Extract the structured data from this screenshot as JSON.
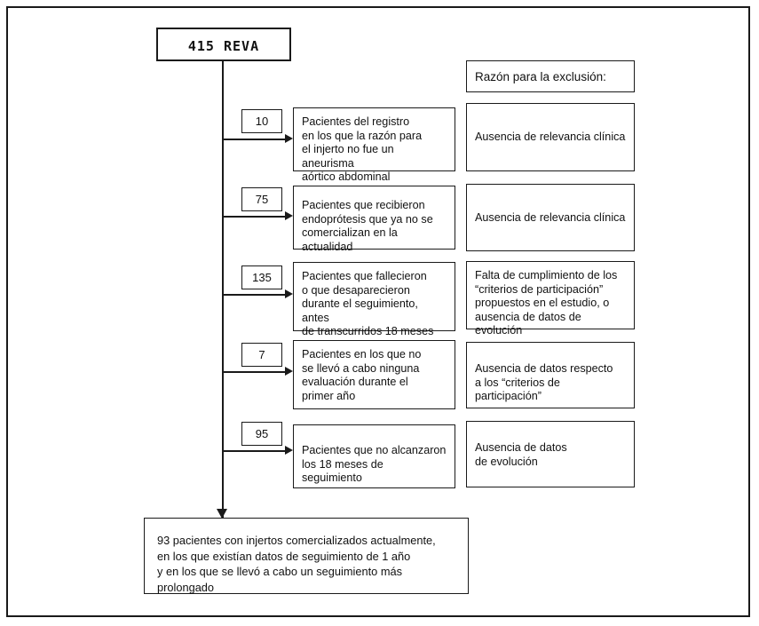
{
  "figure": {
    "title_box": {
      "label": "415 REVA"
    },
    "reason_header": {
      "label": "Razón para la exclusión:"
    },
    "rows": [
      {
        "count": "10",
        "description": "Pacientes del registro\nen los que la razón para\nel injerto no fue un aneurisma\naórtico abdominal",
        "reason": "Ausencia de relevancia clínica"
      },
      {
        "count": "75",
        "description": "Pacientes que recibieron\nendoprótesis que ya no se\ncomercializan en la actualidad",
        "reason": "Ausencia de relevancia clínica"
      },
      {
        "count": "135",
        "description": "Pacientes que fallecieron\no que desaparecieron\ndurante el seguimiento, antes\nde transcurridos 18 meses",
        "reason": "Falta de cumplimiento de los\n“criterios de participación”\npropuestos en el estudio, o\nausencia de datos de evolución"
      },
      {
        "count": "7",
        "description": "Pacientes en los que no\nse llevó a cabo ninguna\nevaluación durante el\nprimer año",
        "reason": "Ausencia de datos respecto\na los “criterios de participación”"
      },
      {
        "count": "95",
        "description": "Pacientes que no alcanzaron\nlos 18 meses de seguimiento",
        "reason": "Ausencia de datos\nde evolución"
      }
    ],
    "conclusion": {
      "text": "93 pacientes con injertos comercializados actualmente,\nen los que existían datos de seguimiento de 1 año\ny en los que se llevó a cabo un seguimiento más prolongado"
    },
    "colors": {
      "stroke": "#1a1a1a",
      "background": "#ffffff",
      "text": "#111111"
    }
  }
}
